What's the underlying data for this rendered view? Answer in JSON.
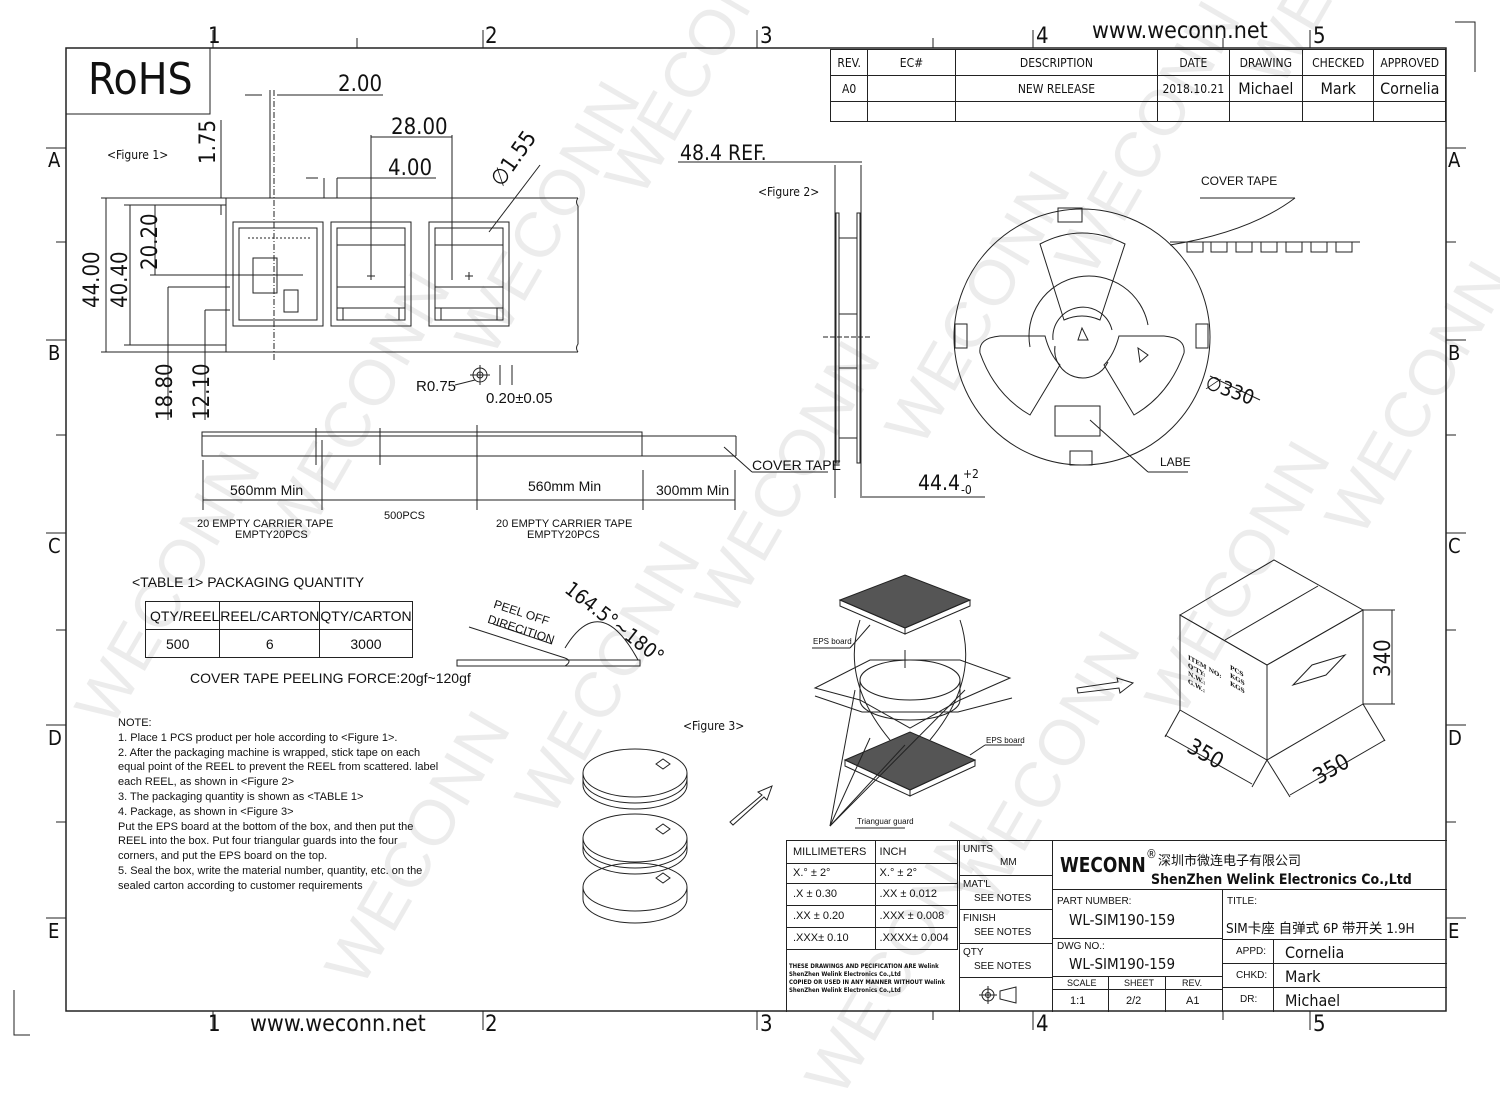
{
  "sheet": {
    "website": "www.weconn.net",
    "rohs_label": "RoHS",
    "column_markers": [
      "1",
      "2",
      "3",
      "4",
      "5"
    ],
    "row_markers": [
      "A",
      "B",
      "C",
      "D",
      "E"
    ],
    "watermark": "WECONN"
  },
  "revision_table": {
    "headers": [
      "REV.",
      "EC#",
      "DESCRIPTION",
      "DATE",
      "DRAWING",
      "CHECKED",
      "APPROVED"
    ],
    "rows": [
      [
        "A0",
        "",
        "NEW RELEASE",
        "2018.10.21",
        "Michael",
        "Mark",
        "Cornelia"
      ],
      [
        "",
        "",
        "",
        "",
        "",
        "",
        ""
      ]
    ]
  },
  "figure1": {
    "caption": "<Figure 1>",
    "dims": {
      "pitch_hole": "2.00",
      "pocket_pitch": "28.00",
      "hole_pitch": "4.00",
      "hole_dia": "∅1.55",
      "edge_offset": "1.75",
      "tape_width": "44.00",
      "hole_span": "40.40",
      "pocket_center": "20.20",
      "pocket_a": "18.80",
      "pocket_b": "12.10",
      "radius": "R0.75",
      "thickness": "0.20±0.05"
    }
  },
  "tape_layout": {
    "segments": [
      {
        "len": "560mm  Min",
        "note1": "20 EMPTY CARRIER TAPE",
        "note2": "EMPTY20PCS"
      },
      {
        "len": "",
        "note1": "500PCS",
        "note2": ""
      },
      {
        "len": "560mm Min",
        "note1": "20 EMPTY CARRIER TAPE",
        "note2": "EMPTY20PCS"
      },
      {
        "len": "300mm Min",
        "note1": "",
        "note2": ""
      }
    ],
    "cover_tape_label": "COVER TAPE"
  },
  "figure2": {
    "caption": "<Figure 2>",
    "ref_width": "48.4 REF.",
    "hub_width": "44.4",
    "hub_tol_plus": "+2",
    "hub_tol_minus": "-0",
    "diameter": "∅330",
    "cover_tape_label": "COVER TAPE",
    "label_label": "LABE"
  },
  "table1": {
    "title": "<TABLE 1> PACKAGING QUANTITY",
    "headers": [
      "QTY/REEL",
      "REEL/CARTON",
      "QTY/CARTON"
    ],
    "values": [
      "500",
      "6",
      "3000"
    ],
    "peel_force": "COVER TAPE PEELING FORCE:20gf~120gf"
  },
  "peel": {
    "label1": "PEEL OFF",
    "label2": "DIRECITION",
    "angle": "164.5°~180°"
  },
  "figure3": {
    "caption": "<Figure 3>",
    "eps_top": "EPS board",
    "eps_bottom": "EPS board",
    "guard": "Trianguar guard",
    "carton_lines": [
      "ITEM NO:",
      "Q'TY:",
      "N.W.:",
      "G.W.:"
    ],
    "carton_units": [
      "PCS",
      "KGS",
      "KGS"
    ],
    "carton_w": "350",
    "carton_d": "350",
    "carton_h": "340"
  },
  "notes": {
    "title": "NOTE:",
    "lines": [
      "1. Place 1 PCS product per hole according to <Figure 1>.",
      "2. After the packaging machine is wrapped, stick tape on each",
      "equal point of the REEL to prevent the REEL from scattered. label",
      "each REEL, as shown in <Figure 2>",
      "3. The packaging quantity is shown as <TABLE 1>",
      "4. Package, as shown in <Figure 3>",
      "Put the EPS board at the bottom of the box, and then put the",
      "REEL into the box. Put four triangular guards into the four",
      "corners, and put the EPS board on the top.",
      "5. Seal the box, write the material number, quantity, etc. on the",
      "sealed carton according to customer requirements"
    ]
  },
  "title_block": {
    "tolerances": {
      "headers": [
        "MILLIMETERS",
        "INCH"
      ],
      "rows": [
        [
          "X.°  ±  2°",
          "X.°  ±  2°"
        ],
        [
          ".X   ± 0.30",
          ".XX   ± 0.012"
        ],
        [
          ".XX  ± 0.20",
          ".XXX  ± 0.008"
        ],
        [
          ".XXX±  0.10",
          ".XXXX±  0.004"
        ]
      ],
      "disclaimer": [
        "THESE DRAWINGS AND PECIFICATION ARE Welink",
        "ShenZhen Welink Electronics Co.,Ltd",
        " COPIED OR USED IN ANY MANNER WITHOUT Welink",
        "ShenZhen Welink Electronics Co.,Ltd"
      ]
    },
    "units_label": "UNITS",
    "units_value": "MM",
    "matl_label": "MAT'L",
    "matl_value": "SEE NOTES",
    "finish_label": "FINISH",
    "finish_value": "SEE NOTES",
    "qty_label": "QTY",
    "qty_value": "SEE NOTES",
    "company_brand": "WECONN",
    "company_reg": "®",
    "company_cn": "深圳市微连电子有限公司",
    "company_en": "ShenZhen Welink Electronics Co.,Ltd",
    "part_number_label": "PART NUMBER:",
    "part_number": "WL-SIM190-159",
    "dwg_no_label": "DWG NO.:",
    "dwg_no": "WL-SIM190-159",
    "title_label": "TITLE:",
    "title": "SIM卡座 自弹式 6P 带开关 1.9H",
    "scale_label": "SCALE",
    "scale": "1:1",
    "sheet_label": "SHEET",
    "sheet": "2/2",
    "rev_label": "REV.",
    "rev": "A1",
    "appd_label": "APPD:",
    "appd": "Cornelia",
    "chkd_label": "CHKD:",
    "chkd": "Mark",
    "dr_label": "DR:",
    "dr": "Michael"
  }
}
